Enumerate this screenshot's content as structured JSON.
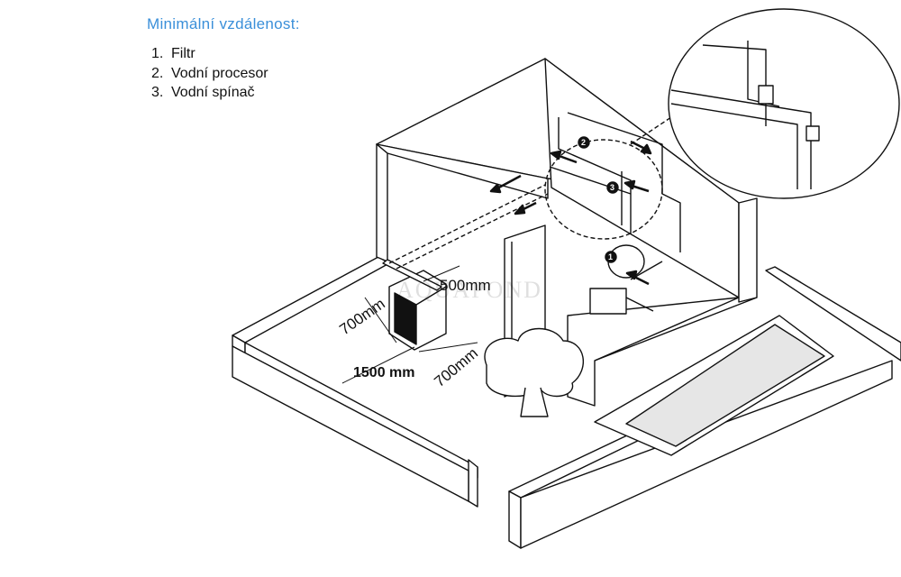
{
  "legend": {
    "title": "Minimální vzdálenost:",
    "items": [
      {
        "num": "1.",
        "label": "Filtr"
      },
      {
        "num": "2.",
        "label": "Vodní procesor"
      },
      {
        "num": "3.",
        "label": "Vodní spínač"
      }
    ]
  },
  "dimensions": {
    "d500": "500mm",
    "d700_left": "700mm",
    "d700_right": "700mm",
    "d1500": "1500 mm"
  },
  "markers": [
    "1",
    "2",
    "3"
  ],
  "watermark": "AQUAPOND",
  "colors": {
    "title": "#3a8fd9",
    "line": "#111111",
    "water": "#e6e6e6"
  }
}
